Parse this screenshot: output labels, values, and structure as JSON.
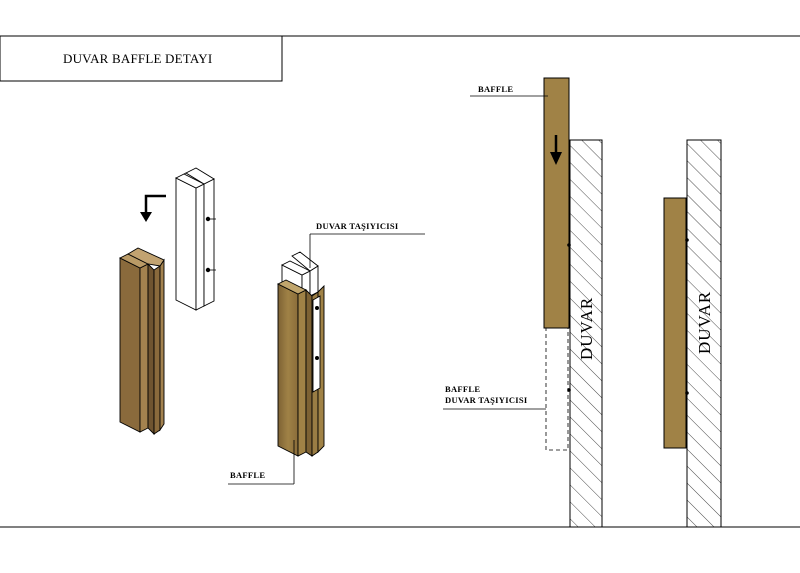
{
  "title": "DUVAR BAFFLE DETAYI",
  "labels": {
    "duvar_tasiyicisi": "DUVAR TAŞIYICISI",
    "baffle_left": "BAFFLE",
    "baffle_top": "BAFFLE",
    "baffle_carrier_line1": "BAFFLE",
    "baffle_carrier_line2": "DUVAR TAŞIYICISI",
    "wall_1": "DUVAR",
    "wall_2": "DUVAR"
  },
  "colors": {
    "baffle_fill": "#9b7a4a",
    "baffle_dark": "#6f5430",
    "baffle_light": "#b99a66",
    "line": "#000000",
    "carrier_fill": "#ffffff"
  },
  "icons": [
    "turn-arrow-icon",
    "down-arrow-icon",
    "screw-icon",
    "wall-hatch-pattern"
  ]
}
